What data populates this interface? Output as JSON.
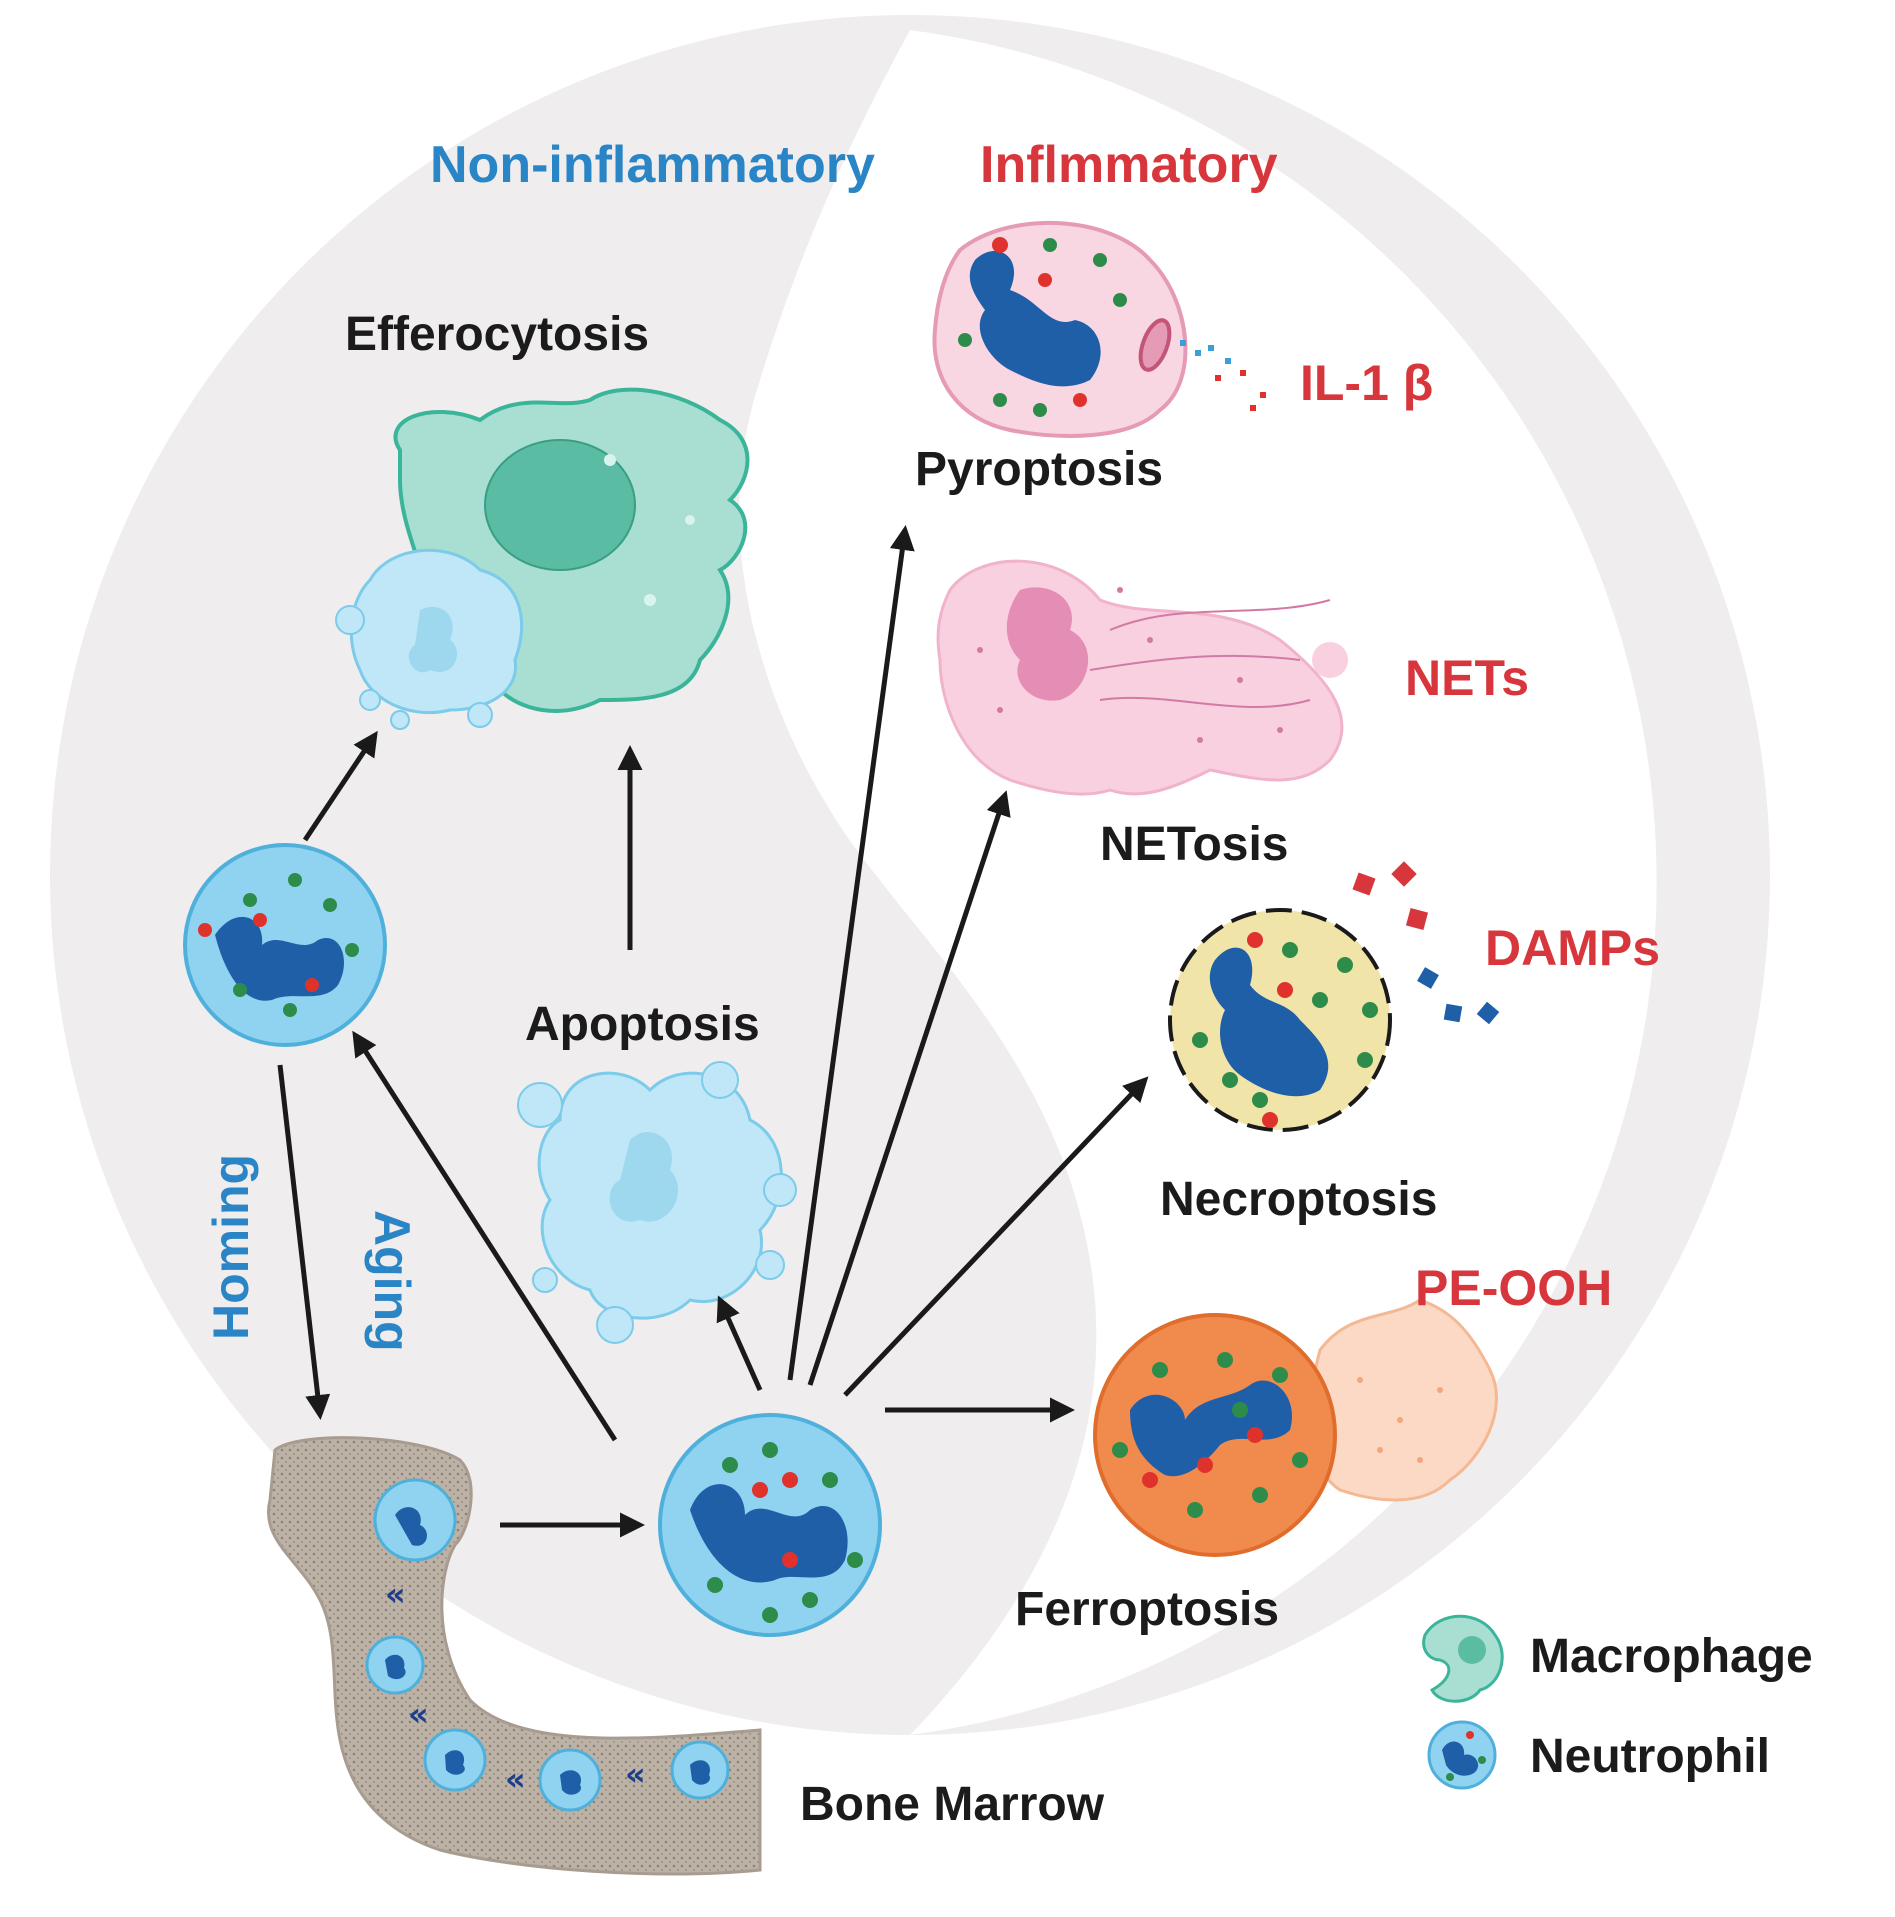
{
  "headers": {
    "non_inflammatory": "Non-inflammatory",
    "inflammatory": "Inflmmatory"
  },
  "processes": {
    "efferocytosis": "Efferocytosis",
    "apoptosis": "Apoptosis",
    "pyroptosis": "Pyroptosis",
    "netosis": "NETosis",
    "necroptosis": "Necroptosis",
    "ferroptosis": "Ferroptosis",
    "bone_marrow": "Bone Marrow"
  },
  "mediators": {
    "il1": "IL-1 β",
    "nets": "NETs",
    "damps": "DAMPs",
    "pe_ooh": "PE-OOH"
  },
  "side_labels": {
    "homing": "Homing",
    "aging": "Aging"
  },
  "legend": {
    "macrophage": "Macrophage",
    "neutrophil": "Neutrophil"
  },
  "colors": {
    "non_inflammatory": "#2a85c6",
    "inflammatory": "#d7373c",
    "background_circle": "#efeded",
    "neutrophil_fill": "#8fd3f0",
    "nucleus": "#1f5fa8",
    "macrophage": "#a9ded3",
    "pyroptosis_cell": "#f8d6e2",
    "necroptosis_cell": "#f1e4a8",
    "ferroptosis_cell": "#f08a4d",
    "bone": "#cfc6bd"
  }
}
